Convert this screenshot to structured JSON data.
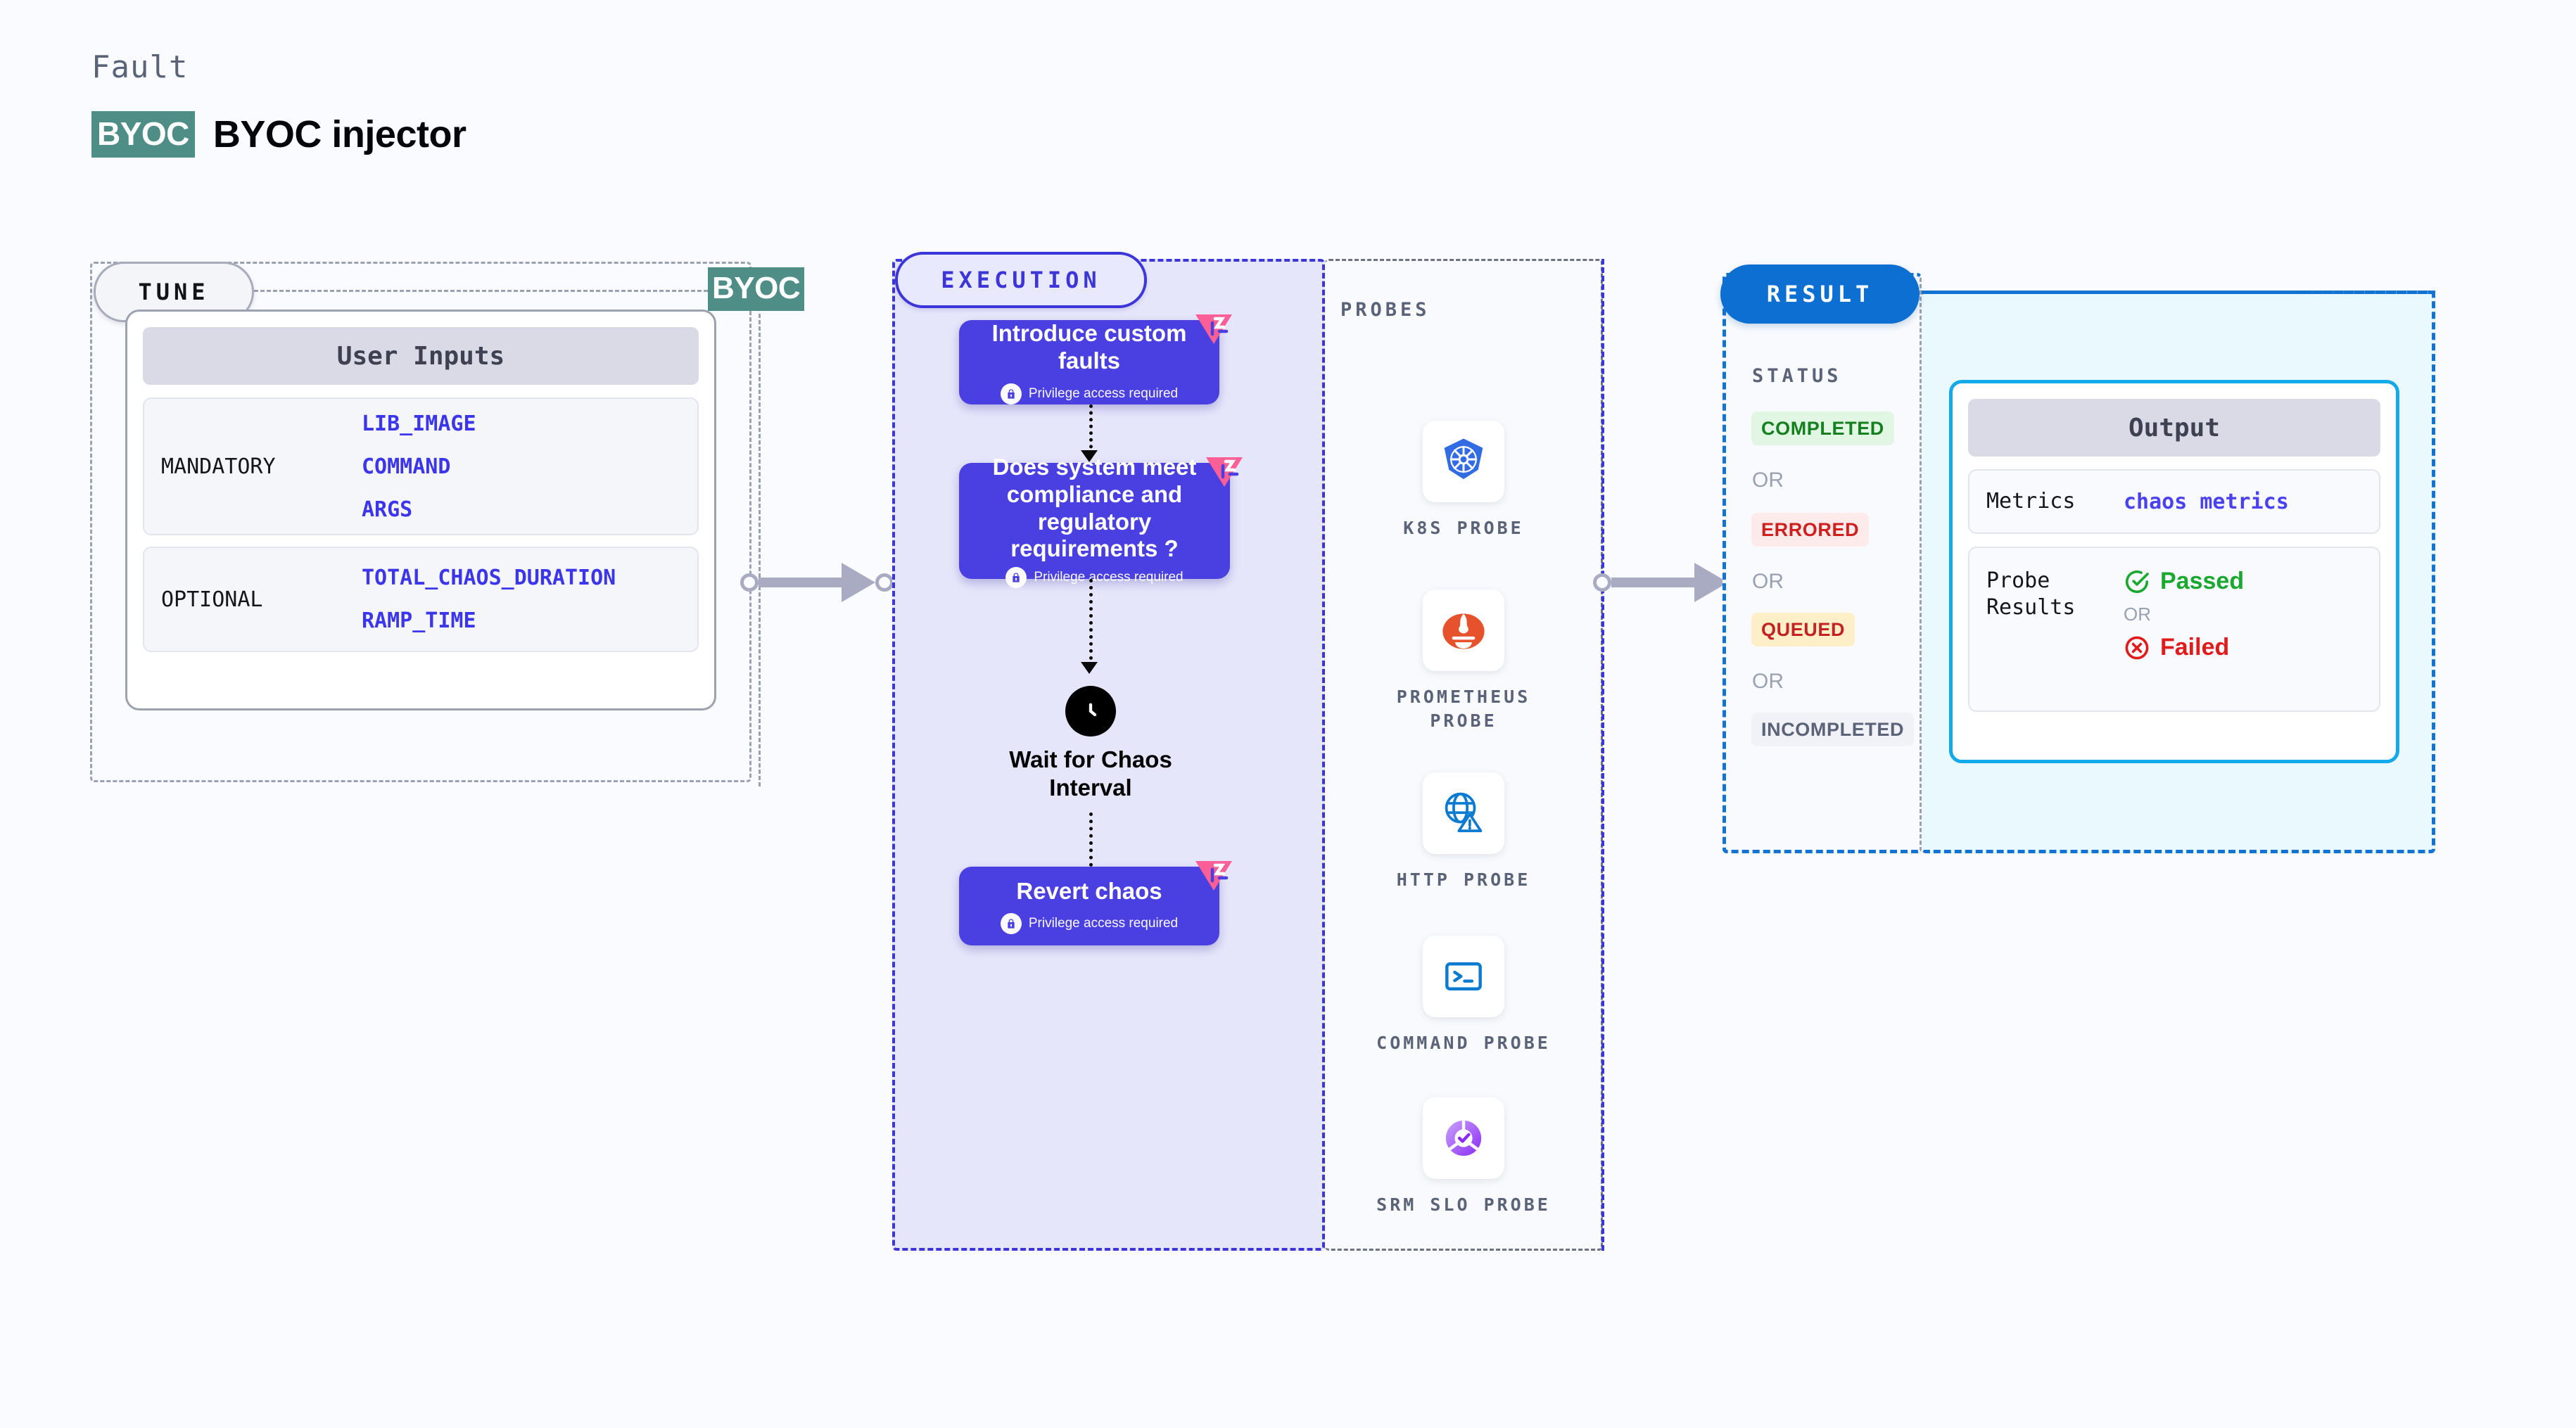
{
  "header": {
    "eyebrow": "Fault",
    "chip": "BYOC",
    "title": "BYOC injector"
  },
  "tune": {
    "pill_label": "TUNE",
    "connector_tag": "BYOC",
    "card_title": "User Inputs",
    "groups": [
      {
        "label": "MANDATORY",
        "values": [
          "LIB_IMAGE",
          "COMMAND",
          "ARGS"
        ]
      },
      {
        "label": "OPTIONAL",
        "values": [
          "TOTAL_CHAOS_DURATION",
          "RAMP_TIME"
        ]
      }
    ]
  },
  "execution": {
    "pill_label": "EXECUTION",
    "privilege_note": "Privilege access required",
    "steps": [
      {
        "title": "Introduce custom faults",
        "privileged": true,
        "badge": "fault-badge-icon"
      },
      {
        "title": "Does system meet compliance and regulatory requirements ?",
        "privileged": true,
        "badge": "fault-badge-icon"
      },
      {
        "title": "Revert chaos",
        "privileged": true,
        "badge": "fault-badge-icon"
      }
    ],
    "wait_node": {
      "icon": "clock-icon",
      "label": "Wait for Chaos Interval"
    }
  },
  "probes": {
    "section_label": "PROBES",
    "items": [
      {
        "name": "K8S PROBE",
        "icon": "kubernetes-icon"
      },
      {
        "name": "PROMETHEUS PROBE",
        "icon": "prometheus-icon"
      },
      {
        "name": "HTTP PROBE",
        "icon": "http-globe-warning-icon"
      },
      {
        "name": "COMMAND PROBE",
        "icon": "terminal-icon"
      },
      {
        "name": "SRM SLO PROBE",
        "icon": "srm-slo-icon"
      }
    ]
  },
  "result": {
    "pill_label": "RESULT",
    "status_label": "STATUS",
    "or_text": "OR",
    "statuses": [
      {
        "label": "COMPLETED",
        "bg": "#e2f7e3",
        "fg": "#15801f"
      },
      {
        "label": "ERRORED",
        "bg": "#fdeaea",
        "fg": "#cf2020"
      },
      {
        "label": "QUEUED",
        "bg": "#fdf0c9",
        "fg": "#c42222"
      },
      {
        "label": "INCOMPLETED",
        "bg": "#f1f2f7",
        "fg": "#5b6378"
      }
    ],
    "output": {
      "title": "Output",
      "metrics_key": "Metrics",
      "metrics_value": "chaos metrics",
      "probe_results_key": "Probe Results",
      "passed_label": "Passed",
      "failed_label": "Failed",
      "or_text": "OR"
    }
  },
  "colors": {
    "page_bg": "#f9fbfe",
    "byoc_teal": "#4f8d87",
    "execution_purple": "#3c35d8",
    "step_purple": "#4a3fe0",
    "result_blue": "#0c6fd1",
    "output_cyan": "#14a9e8",
    "fault_pink": "#fb5f96",
    "passed_green": "#1aa831",
    "failed_red": "#e01b1b"
  }
}
